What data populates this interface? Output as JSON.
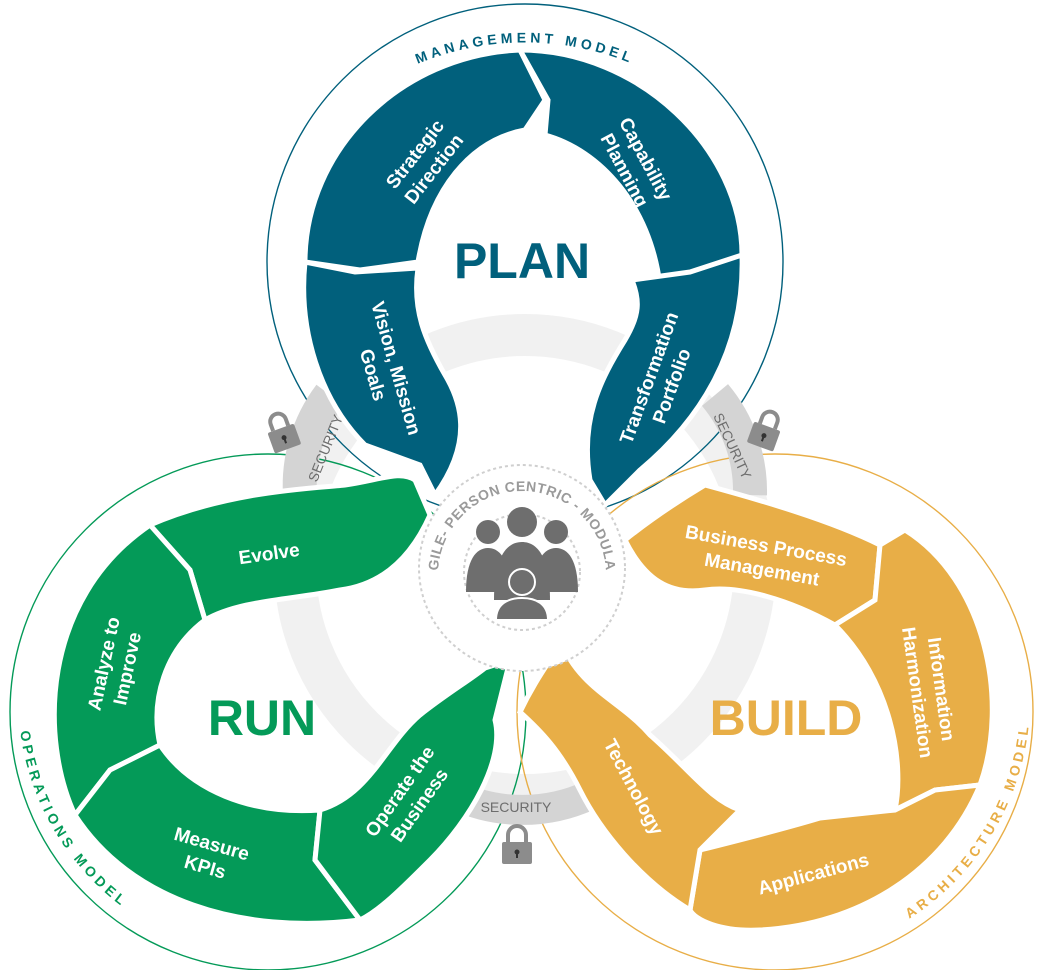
{
  "colors": {
    "plan": "#01607c",
    "run": "#049a58",
    "build": "#e8ae47",
    "security": "#d4d4d4",
    "lock": "#8c8c8c",
    "people": "#6e6e6e"
  },
  "plan": {
    "title": "PLAN",
    "model_label": "MANAGEMENT MODEL",
    "segments": [
      "Strategic Direction",
      "Capability Planning",
      "Transformation Portfolio",
      "Vision, Mission Goals"
    ]
  },
  "run": {
    "title": "RUN",
    "model_label": "OPERATIONS MODEL",
    "segments": [
      "Evolve",
      "Analyze to Improve",
      "Measure KPIs",
      "Operate the Business"
    ]
  },
  "build": {
    "title": "BUILD",
    "model_label": "ARCHITECTURE MODEL",
    "segments": [
      "Business Process Management",
      "Information Harmonization",
      "Applications",
      "Technology"
    ]
  },
  "security": {
    "left": "SECURITY",
    "right": "SECURITY",
    "bottom": "SECURITY"
  },
  "core": {
    "text": "AGILE- PERSON CENTRIC - MODULAR",
    "icon": "people-group-icon"
  },
  "icons": {
    "lock": "padlock-icon"
  }
}
